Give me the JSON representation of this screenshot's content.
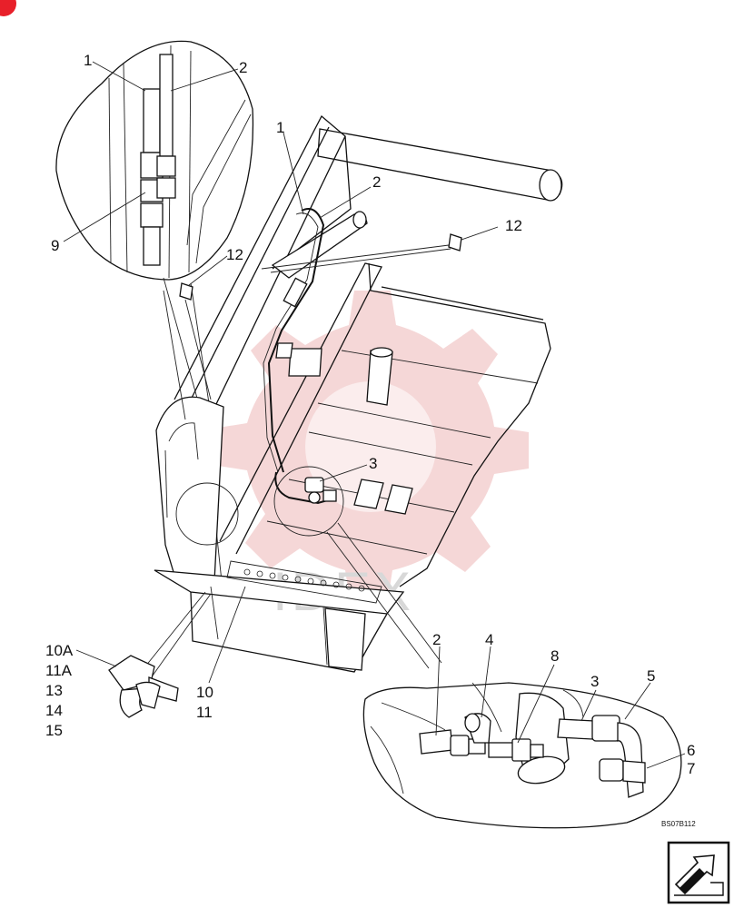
{
  "labels": {
    "callout_1_detail": "1",
    "callout_2_detail": "2",
    "callout_9_detail": "9",
    "callout_1_main": "1",
    "callout_2_main": "2",
    "callout_12_right": "12",
    "callout_12_left": "12",
    "callout_3_main": "3",
    "callout_10A": "10A",
    "callout_11A": "11A",
    "callout_13": "13",
    "callout_14": "14",
    "callout_15": "15",
    "callout_10": "10",
    "callout_11": "11",
    "callout_2_bottom": "2",
    "callout_4": "4",
    "callout_8": "8",
    "callout_3_bottom": "3",
    "callout_5": "5",
    "callout_6": "6",
    "callout_7": "7"
  },
  "drawing_code": "BS07B112",
  "watermark_text": "IDEX",
  "colors": {
    "line": "#111111",
    "watermark": "#f2c9c9",
    "corner_mark": "#e8202a"
  },
  "icons": {
    "corner_mark": "corner-mark-icon",
    "next_page": "arrow-next-page-icon"
  }
}
